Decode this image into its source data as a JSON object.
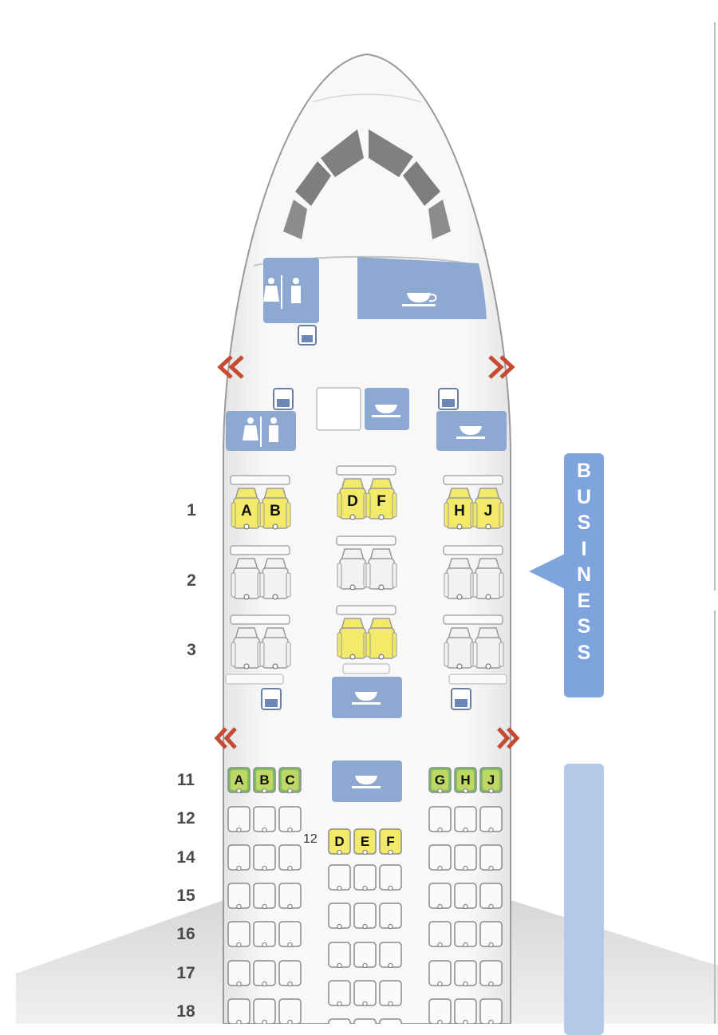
{
  "cabin": {
    "business_label": "BUSINESS",
    "business_letters": [
      "B",
      "U",
      "S",
      "I",
      "N",
      "E",
      "S",
      "S"
    ],
    "colors": {
      "panel": "#8ea9d1",
      "available": "#f3e96a",
      "preferred": "#7ec060",
      "occupied": "#f2f2f2",
      "exit": "#c44a32",
      "hull": "#f5f5f5"
    }
  },
  "rows": {
    "business": [
      {
        "label": "1",
        "outer_avail": true,
        "center_avail": true,
        "left": [
          "A",
          "B"
        ],
        "center": [
          "D",
          "F"
        ],
        "right": [
          "H",
          "J"
        ]
      },
      {
        "label": "2",
        "outer_avail": false,
        "center_avail": false,
        "left": [
          "",
          ""
        ],
        "center": [
          "",
          ""
        ],
        "right": [
          "",
          ""
        ]
      },
      {
        "label": "3",
        "outer_avail": false,
        "center_avail": true,
        "left": [
          "",
          ""
        ],
        "center": [
          "",
          ""
        ],
        "right": [
          "",
          ""
        ]
      }
    ],
    "economy": [
      {
        "label": "11",
        "left": [
          "A",
          "B",
          "C"
        ],
        "right": [
          "G",
          "H",
          "J"
        ],
        "type": "preferred"
      },
      {
        "label": "12",
        "left": [
          "",
          "",
          ""
        ],
        "right": [
          "",
          "",
          ""
        ],
        "center_label": "12",
        "center": [
          "D",
          "E",
          "F"
        ]
      },
      {
        "label": "14"
      },
      {
        "label": "15"
      },
      {
        "label": "16"
      },
      {
        "label": "17"
      },
      {
        "label": "18"
      }
    ]
  }
}
